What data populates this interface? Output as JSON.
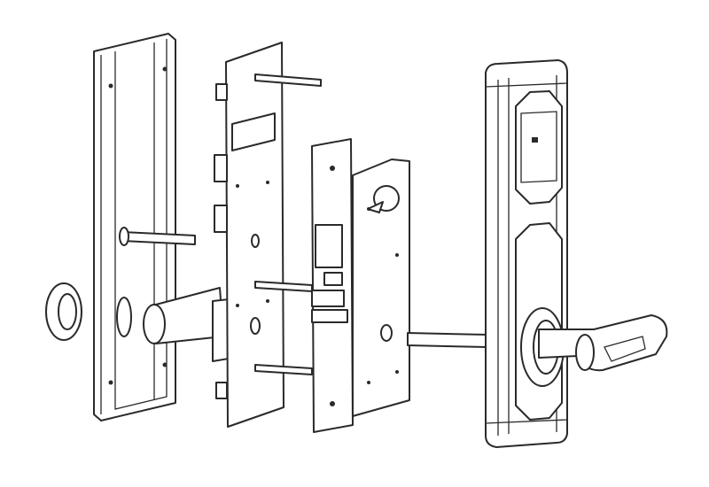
{
  "diagram": {
    "type": "exploded-view line drawing",
    "colors": {
      "line": "#2a2a2a",
      "background": "#ffffff"
    },
    "components": [
      "back-escutcheon",
      "ring-washer",
      "inner-lever-spindle",
      "mounting-plate",
      "mounting-screws",
      "mortise-lock-body",
      "connecting-spindle",
      "front-escutcheon",
      "card-reader-window",
      "outer-lever-handle"
    ]
  }
}
